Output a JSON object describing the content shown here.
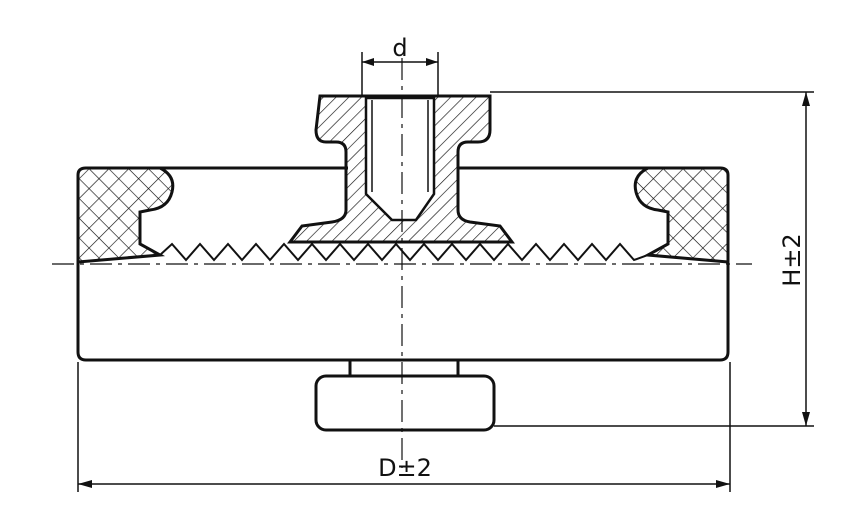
{
  "drawing": {
    "labels": {
      "thread_diameter": "d",
      "height": "H±2",
      "diameter": "D±2"
    },
    "colors": {
      "line": "#111111",
      "background": "#ffffff"
    }
  }
}
